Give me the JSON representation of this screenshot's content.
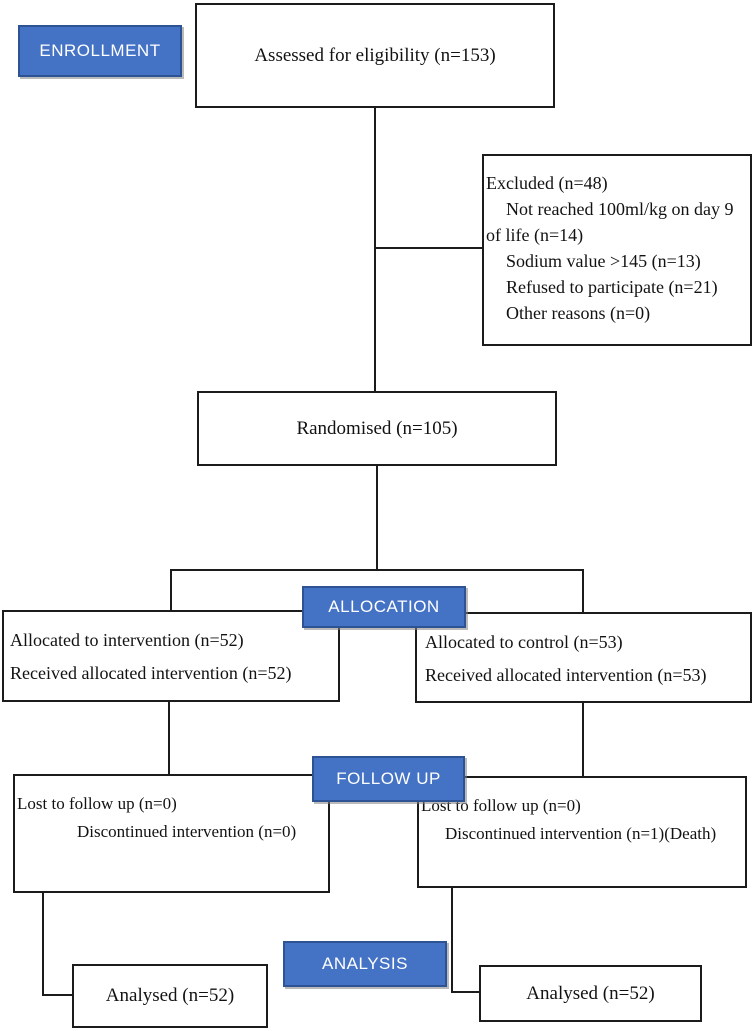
{
  "colors": {
    "badge_fill": "#4472C4",
    "badge_border": "#2E5395",
    "badge_text": "#FFFFFF",
    "box_border": "#1B1B1B",
    "text": "#121212",
    "background": "#FFFFFF"
  },
  "badges": {
    "enrollment": {
      "label": "ENROLLMENT"
    },
    "allocation": {
      "label": "ALLOCATION"
    },
    "follow_up": {
      "label": "FOLLOW UP"
    },
    "analysis": {
      "label": "ANALYSIS"
    }
  },
  "boxes": {
    "assessed": {
      "text": "Assessed for eligibility (n=153)"
    },
    "excluded": {
      "title": "Excluded (n=48)",
      "items": [
        "Not reached 100ml/kg on day 9 of  life (n=14)",
        "Sodium value >145 (n=13)",
        "Refused to participate (n=21)",
        "Other reasons (n=0)"
      ]
    },
    "randomised": {
      "text": "Randomised (n=105)"
    },
    "allocation_left": {
      "lines": [
        "Allocated to intervention (n=52)",
        "Received allocated intervention (n=52)"
      ]
    },
    "allocation_right": {
      "lines": [
        "Allocated to control  (n=53)",
        "Received allocated intervention (n=53)"
      ]
    },
    "followup_left": {
      "lines": [
        "Lost to follow up (n=0)",
        "Discontinued intervention (n=0)"
      ]
    },
    "followup_right": {
      "lines": [
        "Lost to follow up (n=0)",
        "Discontinued intervention (n=1)(Death)"
      ]
    },
    "analysed_left": {
      "text": "Analysed (n=52)"
    },
    "analysed_right": {
      "text": "Analysed (n=52)"
    }
  }
}
